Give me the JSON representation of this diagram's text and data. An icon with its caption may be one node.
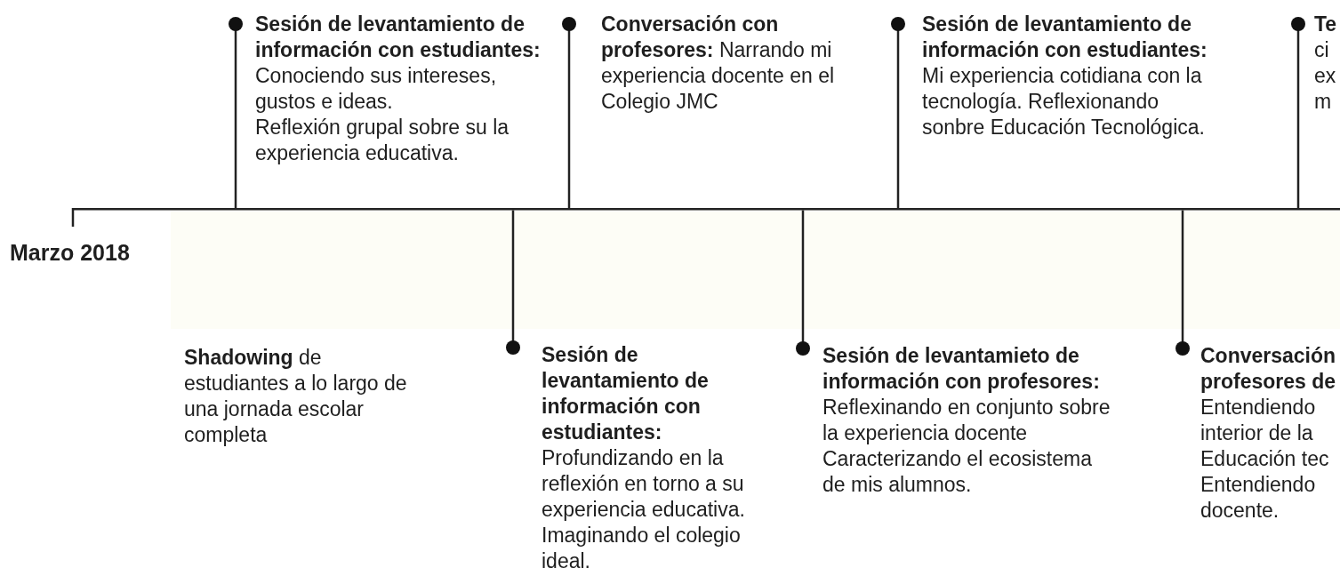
{
  "diagram": {
    "nodes": [
      {
        "text": [
          "**Shadowing** de estudiantes a lo largo de una jornada escolar completa"
        ]
      },
      {
        "text": [
          "Sesión de levantamiento de información con estudiantes:",
          "Conociendo sus intereses, gustos e ideas.",
          "Reflexión grupal sobre su la experiencia educativa."
        ]
      },
      {
        "text": [
          "Sesión de levantamiento de información con estudiantes:",
          "Profundizando en la reflexión en torno a su experiencia educativa. Imaginando el colegio ideal."
        ]
      },
      {
        "text": [
          "**Conversación con profesores:** Narrando mi experiencia docente en el Colegio JMC"
        ]
      },
      {
        "text": [
          "Sesión de levantamieto de información con profesores:",
          "Reflexinando en conjunto sobre la experiencia docente Caracterizando el ecosistema de mis alumnos."
        ]
      },
      {
        "text": [
          "Sesión de levantamiento de información con estudiantes:",
          "Mi experiencia cotidiana con la tecnología. Reflexionando sonbre Educación Tecnológica."
        ]
      },
      {
        "text": [
          "Conversación profesores de",
          "Entendiendo interior de la Educación tec Entendiendo docente."
        ]
      },
      {
        "text": [
          "Te",
          "ci ex m"
        ]
      },
      {
        "text": [],
        "shape": "bar"
      }
    ],
    "edges": [
      {
        "from": 1,
        "to": 8,
        "arrow": "other"
      },
      {
        "from": 2,
        "to": 8,
        "arrow": "other"
      },
      {
        "from": 3,
        "to": 8,
        "arrow": "other"
      },
      {
        "from": 4,
        "to": 8,
        "arrow": "other"
      },
      {
        "from": 5,
        "to": 8,
        "arrow": "other"
      },
      {
        "from": 6,
        "to": 8,
        "arrow": "other"
      },
      {
        "from": 7,
        "to": 8,
        "arrow": "other"
      }
    ],
    "labels": [
      "Marzo 2018"
    ]
  }
}
